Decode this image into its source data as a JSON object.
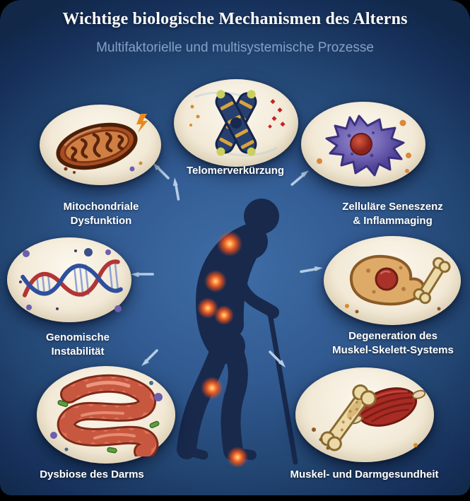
{
  "header": {
    "title": "Wichtige biologische Mechanismen des Alterns",
    "subtitle": "Multifaktorielle und multisystemische Prozesse"
  },
  "center": {
    "icon": "elderly-man-with-cane-silhouette",
    "glow_icon": "inflammation-glow-point"
  },
  "nodes": [
    {
      "label": "Mitochondriale\nDysfunktion",
      "icon": "mitochondrion-icon"
    },
    {
      "label": "Telomerverkürzung",
      "icon": "chromosome-telomere-icon"
    },
    {
      "label": "Zelluläre Seneszenz\n& Inflammaging",
      "icon": "senescent-cell-icon"
    },
    {
      "label": "Genomische\nInstabilität",
      "icon": "dna-helix-icon"
    },
    {
      "label": "Degeneration des\nMuskel-Skelett-Systems",
      "icon": "bone-cell-icon"
    },
    {
      "label": "Dysbiose des Darms",
      "icon": "intestine-icon"
    },
    {
      "label": "Muskel- und Darmgesundheit",
      "icon": "bone-and-muscle-icon"
    }
  ],
  "colors": {
    "background_center": "#3f6da6",
    "background_edge": "#112849",
    "oval_fill": "#f2e9d6",
    "title_text": "#ffffff",
    "subtitle_text": "#84a0c6",
    "label_text": "#ffffff",
    "arrow": "#b5cde6",
    "silhouette": "#18294c",
    "inflammation_glow": "#ff6a22"
  }
}
